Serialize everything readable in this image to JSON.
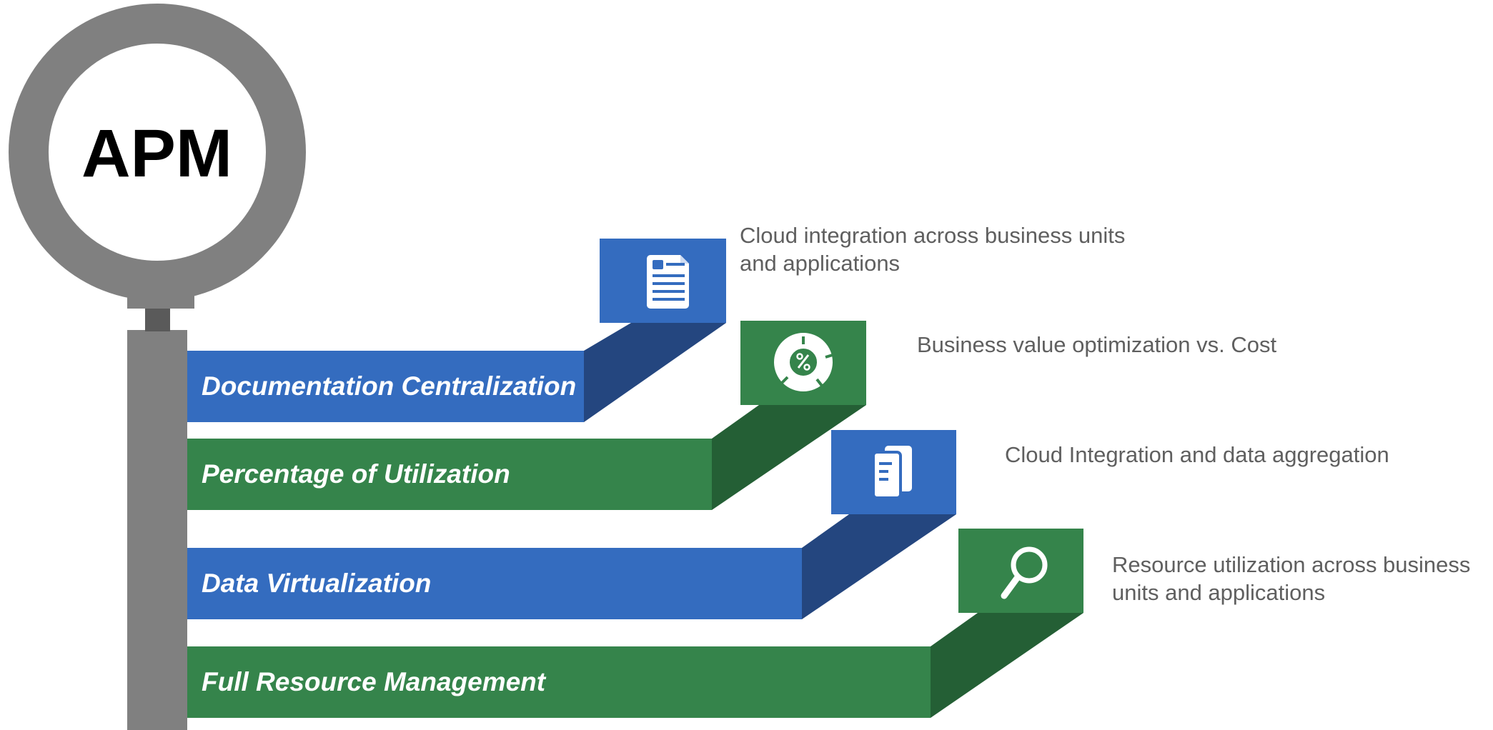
{
  "title": "APM",
  "colors": {
    "blue": "#346cbf",
    "blue_dark": "#24467f",
    "green": "#35844b",
    "green_dark": "#245f35",
    "handle": "#808080",
    "text_gray": "#5f5f5f"
  },
  "steps": [
    {
      "label": "Documentation Centralization",
      "icon": "document-icon",
      "description": [
        "Cloud integration across business units",
        "and applications"
      ],
      "color": "blue"
    },
    {
      "label": "Percentage of Utilization",
      "icon": "percent-donut-icon",
      "description": [
        "Business value optimization vs. Cost"
      ],
      "color": "green"
    },
    {
      "label": "Data Virtualization",
      "icon": "files-icon",
      "description": [
        "Cloud Integration and data aggregation"
      ],
      "color": "blue"
    },
    {
      "label": "Full Resource Management",
      "icon": "search-icon",
      "description": [
        "Resource utilization across business",
        "units and applications"
      ],
      "color": "green"
    }
  ]
}
